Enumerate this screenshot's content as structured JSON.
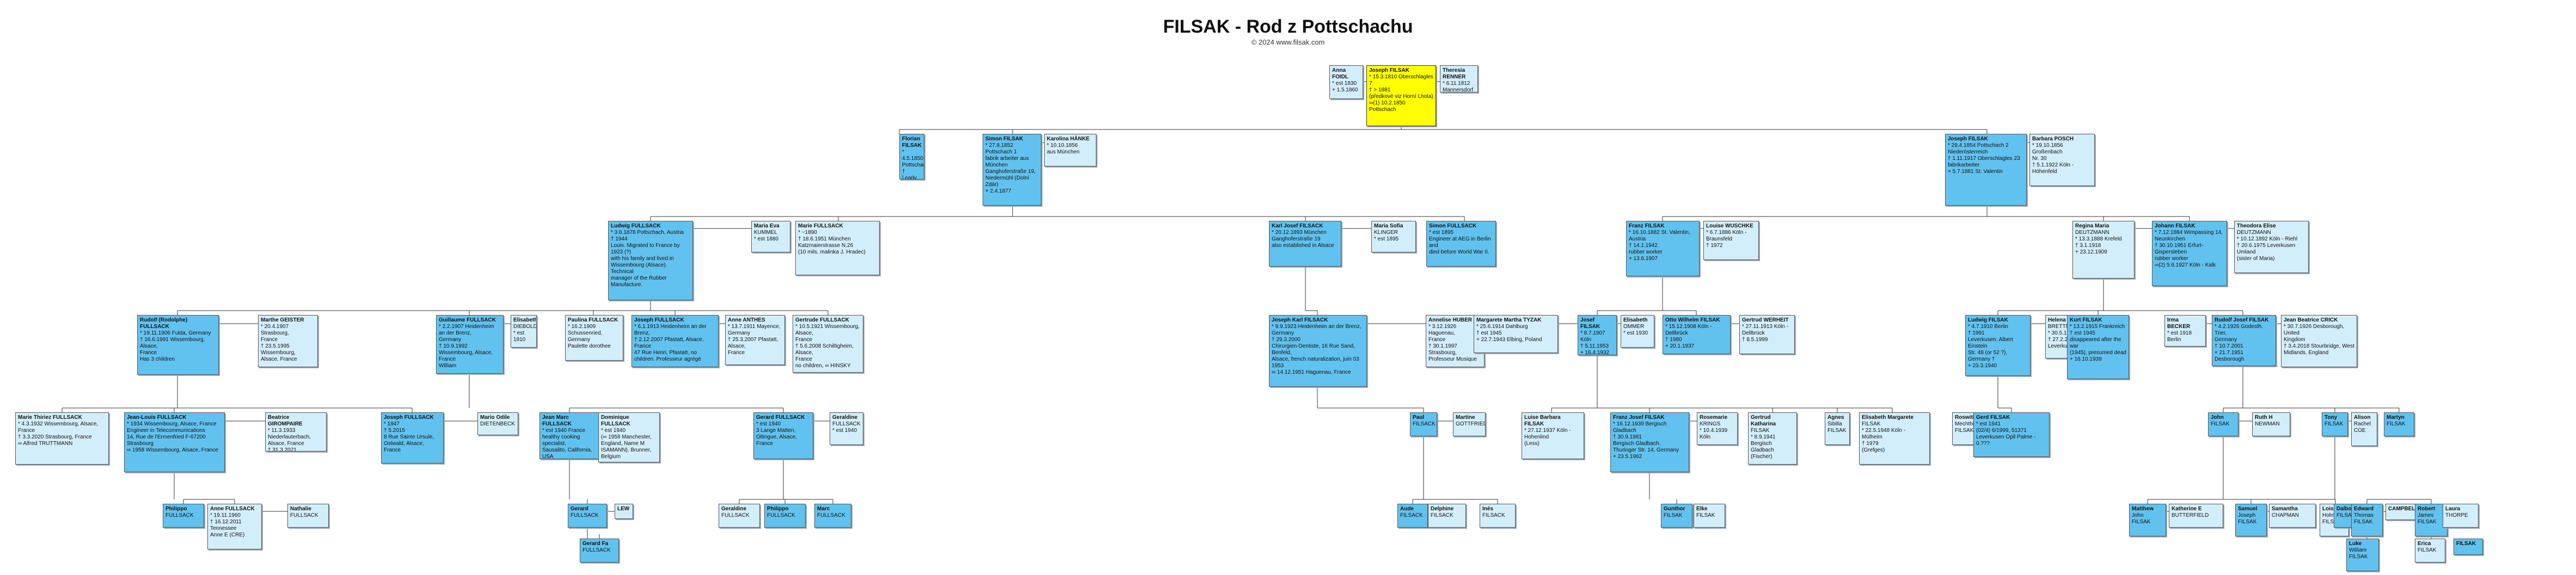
{
  "title": "FILSAK - Rod z Pottschachu",
  "subtitle": "© 2024 www.filsak.com",
  "people": [
    {
      "id": "anna_foidl",
      "lines": [
        "Anna FOIDL",
        "* est 1830",
        "+ 1.5.1860"
      ]
    },
    {
      "id": "joseph_root",
      "lines": [
        "Joseph FILSAK",
        "* 15.3.1810 Oberschlagles 7",
        "† > 1881",
        "(předkové viz Horní Lhota)",
        "∞(1) 10.2.1850 Pottschach"
      ]
    },
    {
      "id": "theresia_renner",
      "lines": [
        "Theresia RENNER",
        "* 6.11.1812",
        "Mannersdorf / Marc"
      ]
    },
    {
      "id": "florian",
      "lines": [
        "Florian FILSAK",
        "* 4.5.1850 Pottschach",
        "†",
        "| early"
      ]
    },
    {
      "id": "simon1",
      "lines": [
        "Simon FILSAK",
        "* 27.8.1852 Pottschach 1",
        "fabrik arbeiter aus München",
        "Ganghoferstraße 19,",
        "Niedermühl (Dolní Zdár)",
        "+ 2.4.1877"
      ]
    },
    {
      "id": "karolina",
      "lines": [
        "Karolina HÄNKE",
        "* 10.10.1856",
        "aus München"
      ]
    },
    {
      "id": "joseph2",
      "lines": [
        "Joseph FILSAK",
        "* 29.4.1854 Pottschach 2",
        "Niederösterreich",
        "† 1.11.1917 Oberschlagles 23",
        "fabrikarbeiter",
        "+ 5.7.1881 St. Valentin"
      ]
    },
    {
      "id": "barbara",
      "lines": [
        "Barbara POSCH",
        "* 19.10.1856 Großenbach",
        "Nr. 30",
        "† 5.1.1922 Köln -",
        "Höhenfeld"
      ]
    },
    {
      "id": "ludwig1",
      "lines": [
        "Ludwig FULLSACK",
        "* 3.6.1878 Pottschach, Austria",
        "† 1944",
        "Louis. Migrated to France by 1923 (?)",
        "with his family and lived in",
        "Wissembourg (Alsace). Technical",
        "manager of the Rubber Manufacture."
      ]
    },
    {
      "id": "maria_eva",
      "lines": [
        "Maria Eva",
        "KUMMEL",
        "* est 1880"
      ]
    },
    {
      "id": "marie_f",
      "lines": [
        "Marie FULLSACK",
        "* ~1890",
        "† 18.6.1951 München",
        "Katzmaierstrasse N.26",
        "(10 mils. malinka J. Hradec)"
      ]
    },
    {
      "id": "karl_josef",
      "lines": [
        "Karl Josef FILSACK",
        "* 20.12.1893 München",
        "Ganghoferstraße 19",
        "also established in Alsace"
      ]
    },
    {
      "id": "maria_sofia",
      "lines": [
        "Maria Sofia",
        "KLINGER",
        "* est 1895"
      ]
    },
    {
      "id": "simon2",
      "lines": [
        "Simon FULLSACK",
        "* est 1895",
        "Engineer at AEG in Berlin and",
        "died before World War II."
      ]
    },
    {
      "id": "franz",
      "lines": [
        "Franz FILSAK",
        "* 16.10.1882 St. Valentin, Austria",
        "† 14.1.1942",
        "rubber worker",
        "+ 13.6.1907"
      ]
    },
    {
      "id": "louise",
      "lines": [
        "Louise WUSCHKE",
        "* 6.7.1886 Köln -",
        "Braunsfeld",
        "† 1972"
      ]
    },
    {
      "id": "regina",
      "lines": [
        "Regina Maria",
        "DEUTZMANN",
        "* 13.3.1888 Krefeld",
        "† 3.1.1918",
        "+ 23.12.1909"
      ]
    },
    {
      "id": "johann",
      "lines": [
        "Johann FILSAK",
        "* 7.12.1884 Wimpassing 14,",
        "Neunkirchen",
        "† 30.10.1951 Erfurt-Gispersleben",
        "rubber worker",
        "∞(2) 5.6.1927 Köln - Kalk"
      ]
    },
    {
      "id": "theodora",
      "lines": [
        "Theodora Elise",
        "DEUTZMANN",
        "* 10.12.1892 Köln - Riehl",
        "† 20.6.1975 Leverkusen Umland",
        "(sister of Maria)"
      ]
    },
    {
      "id": "rudolf",
      "lines": [
        "Rudolf (Rodolphe) FULLSACK",
        "* 19.11.1906 Fulda, Germany",
        "† 16.6.1991 Wissembourg, Alsace,",
        "France",
        "Has 3 children"
      ]
    },
    {
      "id": "marthe",
      "lines": [
        "Marthe GEISTER",
        "* 20.4.1907 Strasbourg,",
        "France",
        "† 23.5.1995 Wissembourg,",
        "Alsace, France"
      ]
    },
    {
      "id": "guillaume",
      "lines": [
        "Guillaume FULLSACK",
        "* 2.2.1907 Heidenheim an der Brenz,",
        "Germany",
        "† 10.9.1992 Wissembourg, Alsace,",
        "France",
        "William"
      ]
    },
    {
      "id": "elisabeth_d",
      "lines": [
        "Elisabeth",
        "DIEBOLD",
        "* est 1910"
      ]
    },
    {
      "id": "paulina",
      "lines": [
        "Paulina FULLSACK",
        "* 16.2.1909 Schussenried,",
        "Germany",
        "Paulette dorothee"
      ]
    },
    {
      "id": "joseph3",
      "lines": [
        "Joseph FULLSACK",
        "* 6.1.1913 Heidenheim an der Brenz,",
        "† 2.12.2007 Pfastatt, Alsace, France",
        "47 Rue Henri, Pfastatt, no",
        "children. Professeur agrégé"
      ]
    },
    {
      "id": "anne_anthes",
      "lines": [
        "Anne ANTHES",
        "* 13.7.1911 Mayence,",
        "Germany",
        "† 25.3.2007 Pfastatt, Alsace,",
        "France"
      ]
    },
    {
      "id": "gertrude_f",
      "lines": [
        "Gertrude FULLSACK",
        "* 10.5.1921 Wissembourg, Alsace,",
        "France",
        "† 5.6.2008 Schiltigheim, Alsace,",
        "France",
        "no children, ∞ HINSKY"
      ]
    },
    {
      "id": "joseph_karl",
      "lines": [
        "Joseph Karl FILSACK",
        "* 9.9.1923 Heidenheim an der Brenz,",
        "Germany",
        "† 29.3.2000",
        "Chirurgien-Dentiste, 16 Rue Sand, Benfeld,",
        "Alsace, french naturalization, juin 03 1953",
        "∞ 14.12.1951 Haguenau, France"
      ]
    },
    {
      "id": "annelise",
      "lines": [
        "Annelise HUBER",
        "* 3.12.1926 Haguenau,",
        "France",
        "† 30.1.1997 Strasbourg,",
        "Professeur Musique"
      ]
    },
    {
      "id": "margarete",
      "lines": [
        "Margarete Martha TYZAK",
        "* 25.6.1914 Dahlburg",
        "† est 1945",
        "+ 22.7.1943 Elbing, Poland"
      ]
    },
    {
      "id": "josef_f",
      "lines": [
        "Josef FILSAK",
        "* 8.7.1907 Köln",
        "† 5.11.1953",
        "+ 16.4.1932"
      ]
    },
    {
      "id": "elisabeth_o",
      "lines": [
        "Elisabeth",
        "OMMER",
        "* est 1930"
      ]
    },
    {
      "id": "otto",
      "lines": [
        "Otto Wilhelm FILSAK",
        "* 15.12.1908 Köln - Dellbrück",
        "† 1980",
        "+ 20.1.1937"
      ]
    },
    {
      "id": "gertrud_w",
      "lines": [
        "Gertrud WERHEIT",
        "* 27.11.1913 Köln -",
        "Dellbrück",
        "† 8.5.1999"
      ]
    },
    {
      "id": "ludwig2",
      "lines": [
        "Ludwig FILSAK",
        "* 4.7.1910 Berlin",
        "† 1991",
        "Leverkusen, Albert Einstein",
        "Str. 48 (or 52 ?), Germany †",
        "+ 23.3.1940"
      ]
    },
    {
      "id": "helena",
      "lines": [
        "Helena Maria",
        "BRETTNER",
        "* 30.5.1916 Trier",
        "† 27.2.2009 Leverkusen"
      ]
    },
    {
      "id": "kurt",
      "lines": [
        "Kurt FILSAK",
        "* 13.2.1915 Frankreich",
        "† est 1945",
        "disappeared after the war",
        "(1945), presumed dead",
        "+ 16.10.1939"
      ]
    },
    {
      "id": "irma",
      "lines": [
        "Irma BECKER",
        "* est 1918",
        "Berlin"
      ]
    },
    {
      "id": "rudolf_josef",
      "lines": [
        "Rudolf Josef FILSAK",
        "* 4.2.1926 Godesth. Trier,",
        "Germany",
        "† 10.7.2001",
        "+ 21.7.1951 Desborough"
      ]
    },
    {
      "id": "jean_b",
      "lines": [
        "Jean Beatrice CRICK",
        "* 30.7.1926 Desborough, United",
        "Kingdom",
        "† 3.4.2018 Stourbridge, West",
        "Midlands, England"
      ]
    },
    {
      "id": "marie_thiriez",
      "lines": [
        "Marie Thiriez FULLSACK",
        "* 4.3.1932 Wissembourg, Alsace,",
        "France",
        "† 3.3.2020 Strasbourg, France",
        "∞ Alfred TRUTTMANN"
      ]
    },
    {
      "id": "jean_louis",
      "lines": [
        "Jean-Louis FULLSACK",
        "* 1934 Wissembourg, Alsace, France",
        "Engineer in Telecommunications",
        "14, Rue de l'Ermenfried F-67200",
        "Strasbourg",
        "∞ 1958 Wissembourg, Alsace, France"
      ]
    },
    {
      "id": "beatrice",
      "lines": [
        "Beatrice GIROMPAIRE",
        "* 11.3.1933 Niederlauterbach,",
        "Alsace, France",
        "† 31.3.2021 Strasbourg, France"
      ]
    },
    {
      "id": "joseph4",
      "lines": [
        "Joseph FULLSACK",
        "* 1947",
        "† 5.2015",
        "8 Rue Sainte Ursule,",
        "Ostwald, Alsace, France"
      ]
    },
    {
      "id": "mario",
      "lines": [
        "Mario Odile",
        "DIETENBECK"
      ]
    },
    {
      "id": "jean_marc",
      "lines": [
        "Jean Marc FULLSACK",
        "* est 1940 France",
        "healthy cooking specialist,",
        "Sausalito, California, USA"
      ]
    },
    {
      "id": "dominique",
      "lines": [
        "Dominique FULLSACK",
        "* est 1940",
        "(∞ 1958 Manchester,",
        "England, Name M",
        "ISAMANN), Brunner, Belgium"
      ]
    },
    {
      "id": "gerard",
      "lines": [
        "Gerard FULLSACK",
        "* est 1940",
        "3 Lange Matten,",
        "Oltingue, Alsace, France"
      ]
    },
    {
      "id": "geraldine1",
      "lines": [
        "Geraldine",
        "FULLSACK",
        "* est 1940"
      ]
    },
    {
      "id": "paul",
      "lines": [
        "Paul",
        "FILSACK"
      ]
    },
    {
      "id": "martine",
      "lines": [
        "Martine",
        "GOTTFRIED"
      ]
    },
    {
      "id": "luise",
      "lines": [
        "Luise Barbara FILSAK",
        "* 27.12.1937 Köln -",
        "Hohenlind",
        "(Less)"
      ]
    },
    {
      "id": "franz_josef",
      "lines": [
        "Franz Josef FILSAK",
        "* 16.12.1939 Bergisch Gladbach",
        "† 30.9.1981",
        "Bergisch Gladbach,",
        "Thuringer Str. 14, Germany",
        "+ 23.5.1962"
      ]
    },
    {
      "id": "rosemarie",
      "lines": [
        "Rosemarie",
        "KRINGS",
        "* 10.4.1939 Köln"
      ]
    },
    {
      "id": "gertrud_k",
      "lines": [
        "Gertrud Katharina",
        "FILSAK",
        "* 8.9.1941 Bergisch",
        "Gladbach",
        "(Fischer)"
      ]
    },
    {
      "id": "agnes",
      "lines": [
        "Agnes",
        "Sibilla",
        "FILSAK"
      ]
    },
    {
      "id": "elisabeth_m",
      "lines": [
        "Elisabeth Margarete",
        "FILSAK",
        "* 22.5.1948 Köln - Mülheim",
        "† 1979",
        "(Grefges)"
      ]
    },
    {
      "id": "roswitha",
      "lines": [
        "Roswitha",
        "Mechthil",
        "FILSAK"
      ]
    },
    {
      "id": "lucia",
      "lines": [
        "Lucia",
        "Maria",
        "FILSAK"
      ]
    },
    {
      "id": "gerd",
      "lines": [
        "Gerd FILSAK",
        "* est 1941",
        "(02/4) 6/1999, 51371",
        "Leverkusen Opll Palme - 0.???"
      ]
    },
    {
      "id": "john",
      "lines": [
        "John",
        "FILSAK"
      ]
    },
    {
      "id": "ruth",
      "lines": [
        "Ruth H",
        "NEWMAN"
      ]
    },
    {
      "id": "tony",
      "lines": [
        "Tony",
        "FILSAK"
      ]
    },
    {
      "id": "alison",
      "lines": [
        "Alison",
        "Rachel",
        "COE"
      ]
    },
    {
      "id": "martyn",
      "lines": [
        "Martyn",
        "FILSAK"
      ]
    },
    {
      "id": "philippo1",
      "lines": [
        "Philippo",
        "FULLSACK"
      ]
    },
    {
      "id": "anne_f",
      "lines": [
        "Anne FULLSACK",
        "* 19.11.1960",
        "† 16.12.2011 Tennessee",
        "Anne E (CRE)"
      ]
    },
    {
      "id": "nathalie",
      "lines": [
        "Nathalie",
        "FULLSACK"
      ]
    },
    {
      "id": "gerard2",
      "lines": [
        "Gerard",
        "FULLSACK"
      ]
    },
    {
      "id": "lew",
      "lines": [
        "LEW"
      ]
    },
    {
      "id": "geraldine2",
      "lines": [
        "Geraldine",
        "FULLSACK"
      ]
    },
    {
      "id": "philippo2",
      "lines": [
        "Philippo",
        "FULLSACK"
      ]
    },
    {
      "id": "marc",
      "lines": [
        "Marc",
        "FULLSACK"
      ]
    },
    {
      "id": "aude",
      "lines": [
        "Aude",
        "FILSACK"
      ]
    },
    {
      "id": "delphine",
      "lines": [
        "Delphine",
        "FILSACK"
      ]
    },
    {
      "id": "ines",
      "lines": [
        "Inés",
        "FILSACK"
      ]
    },
    {
      "id": "gunthor",
      "lines": [
        "Gunthor",
        "FILSAK"
      ]
    },
    {
      "id": "elke",
      "lines": [
        "Elke",
        "FILSAK"
      ]
    },
    {
      "id": "matthew",
      "lines": [
        "Matthew",
        "John",
        "FILSAK"
      ]
    },
    {
      "id": "katherine",
      "lines": [
        "Katherine E",
        "BUTTERFIELD"
      ]
    },
    {
      "id": "samuel",
      "lines": [
        "Samuel",
        "Joseph",
        "FILSAK"
      ]
    },
    {
      "id": "samantha",
      "lines": [
        "Samantha",
        "CHAPMAN"
      ]
    },
    {
      "id": "lois",
      "lines": [
        "Lois",
        "Holm",
        "FILSAK"
      ]
    },
    {
      "id": "dalbor",
      "lines": [
        "Dalbor",
        "FILSAK"
      ]
    },
    {
      "id": "edward",
      "lines": [
        "Edward",
        "Thomas",
        "FILSAK"
      ]
    },
    {
      "id": "campbell",
      "lines": [
        "CAMPBELL"
      ]
    },
    {
      "id": "robert",
      "lines": [
        "Robert",
        "James",
        "FILSAK"
      ]
    },
    {
      "id": "laura",
      "lines": [
        "Laura",
        "THORPE"
      ]
    },
    {
      "id": "gerard_fa",
      "lines": [
        "Gerard Fa",
        "FULLSACK"
      ]
    },
    {
      "id": "luke",
      "lines": [
        "Luke",
        "William",
        "FILSAK"
      ]
    },
    {
      "id": "erica",
      "lines": [
        "Erica",
        "FILSAK"
      ]
    },
    {
      "id": "filsak_last",
      "lines": [
        "FILSAK"
      ]
    }
  ]
}
